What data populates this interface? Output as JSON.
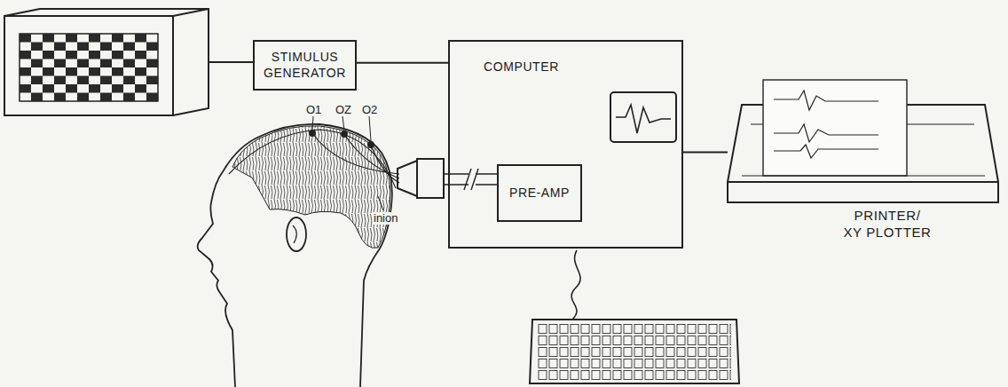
{
  "diagram": {
    "nodes": [
      {
        "text": [
          "STIMULUS GENERATOR"
        ]
      },
      {
        "text": [
          "COMPUTER"
        ]
      },
      {
        "text": [
          "PRE-AMP"
        ],
        "in": 1
      },
      {
        "text": [
          "PRINTER/ XY PLOTTER"
        ]
      }
    ],
    "edges": [
      {
        "from": 0,
        "to": 1,
        "arrow": "none"
      },
      {
        "from": 1,
        "to": 3,
        "arrow": "none"
      }
    ],
    "labels": [
      "O1",
      "OZ",
      "O2",
      "inion"
    ]
  }
}
